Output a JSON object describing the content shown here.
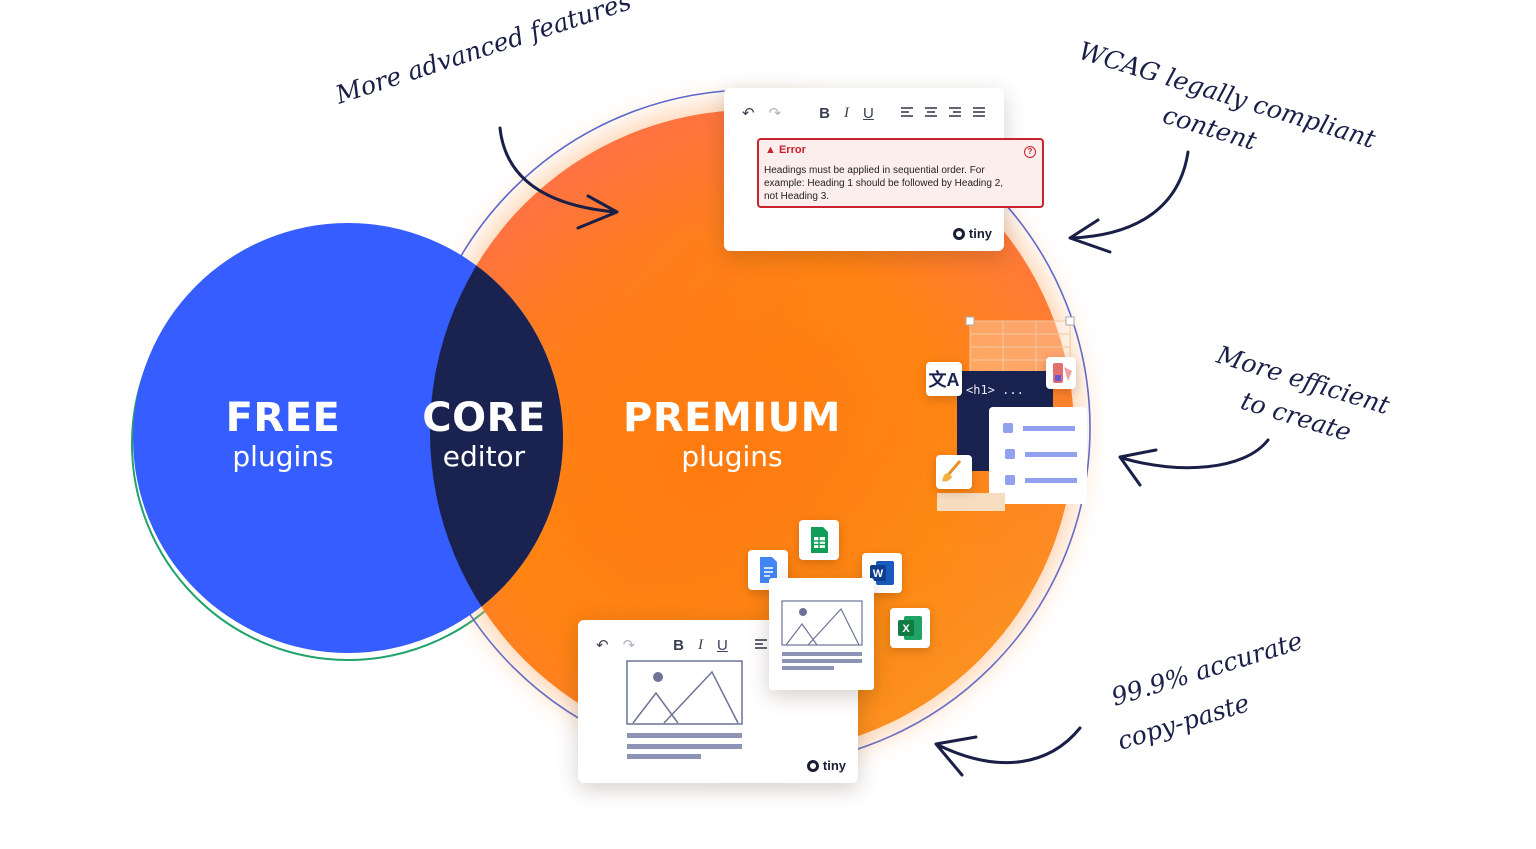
{
  "circles": {
    "free": {
      "title": "FREE",
      "subtitle": "plugins",
      "color": "#355dff"
    },
    "core": {
      "title": "CORE",
      "subtitle": "editor",
      "color": "#1a2350"
    },
    "premium": {
      "title": "PREMIUM",
      "subtitle": "plugins",
      "color": "#ff7a1a"
    }
  },
  "annotations": {
    "advanced": "More advanced features",
    "wcag_line1": "WCAG legally compliant",
    "wcag_line2": "content",
    "efficient_line1": "More efficient",
    "efficient_line2": "to create",
    "copypaste_line1": "99.9% accurate",
    "copypaste_line2": "copy-paste"
  },
  "top_editor": {
    "toolbar": {
      "undo": "↶",
      "redo": "↷",
      "bold": "B",
      "italic": "I",
      "underline": "U"
    },
    "error": {
      "title": "Error",
      "message": "Headings must be applied in sequential order. For example: Heading 1 should be followed by Heading 2, not Heading 3."
    },
    "brand": "tiny"
  },
  "code_panel": {
    "code": "<h1> ..."
  },
  "bottom_editor": {
    "toolbar": {
      "undo": "↶",
      "redo": "↷",
      "bold": "B",
      "italic": "I",
      "underline": "U"
    },
    "brand": "tiny"
  },
  "apps": {
    "docs": "google-docs-icon",
    "sheets": "google-sheets-icon",
    "word": "word-icon",
    "excel": "excel-icon",
    "word_letter": "W",
    "excel_letter": "X"
  },
  "icons": {
    "translate": "translate-icon",
    "swatch": "color-swatch-icon",
    "paint": "paint-brush-icon",
    "translate_glyph": "文A"
  },
  "colors": {
    "blue": "#355dff",
    "navy": "#1a2350",
    "orange": "#ff7a1a",
    "error_red": "#c8222c",
    "ink": "#1a1f48"
  }
}
